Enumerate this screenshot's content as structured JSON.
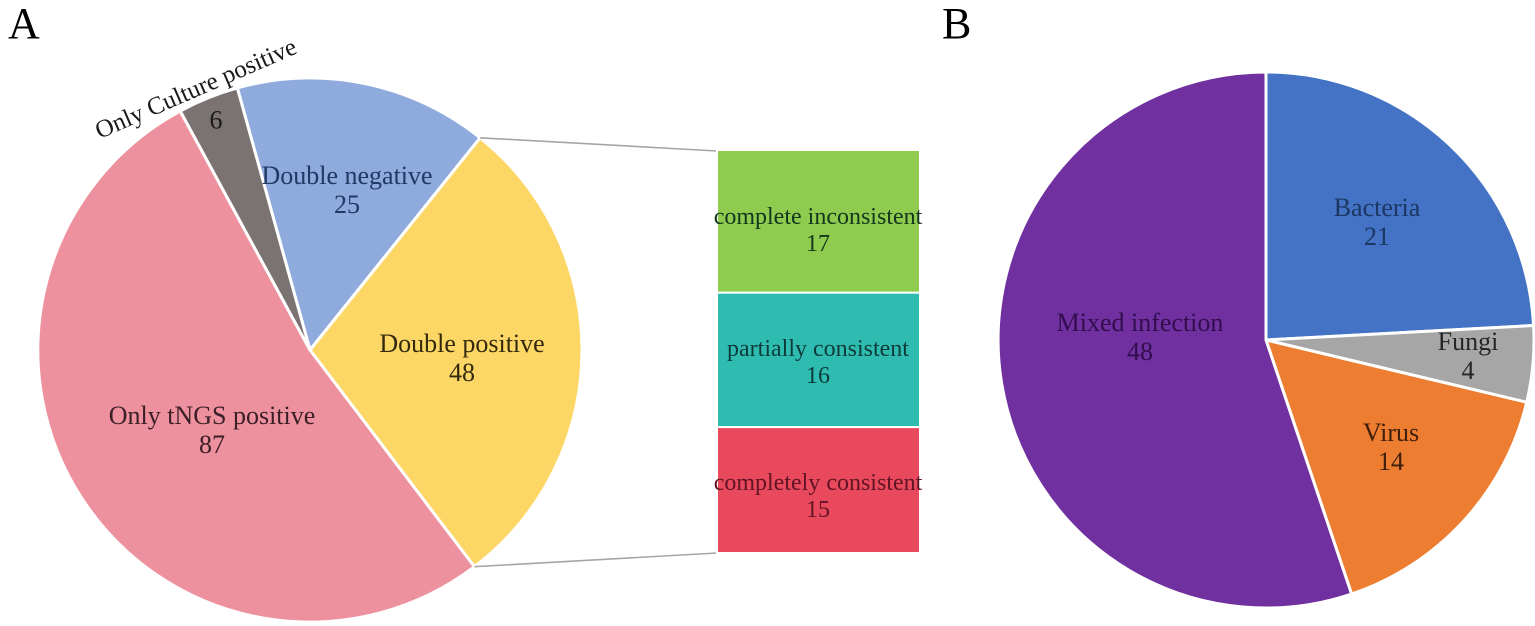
{
  "figure": {
    "panel_a_letter": "A",
    "panel_b_letter": "B",
    "connector_color": "#a6a6a6",
    "slice_border_color": "#ffffff"
  },
  "chart_data": [
    {
      "id": "panel-A-pie",
      "type": "pie",
      "title": "",
      "total": 166,
      "start_angle_deg": -15.5,
      "direction": "clockwise",
      "slices": [
        {
          "label": "Double negative",
          "value": 25,
          "color": "#8faadc",
          "label_color": "#1f3864"
        },
        {
          "label": "Double positive",
          "value": 48,
          "color": "#fdd765",
          "label_color": "#33290e"
        },
        {
          "label": "Only tNGS positive",
          "value": 87,
          "color": "#ee919e",
          "label_color": "#3a1f26"
        },
        {
          "label": "Only Culture positive",
          "value": 6,
          "color": "#7a7372",
          "label_color": "#1a1a1a"
        }
      ]
    },
    {
      "id": "panel-A-consistency-bar",
      "type": "stacked-bar",
      "callout_of": "Double positive",
      "total": 48,
      "segments": [
        {
          "label": "complete inconsistent",
          "value": 17,
          "color": "#8ecb4e",
          "label_color": "#14361c"
        },
        {
          "label": "partially consistent",
          "value": 16,
          "color": "#2ebcb0",
          "label_color": "#0e3b3a"
        },
        {
          "label": "completely consistent",
          "value": 15,
          "color": "#e8495c",
          "label_color": "#611423"
        }
      ]
    },
    {
      "id": "panel-B-pie",
      "type": "pie",
      "title": "",
      "total": 87,
      "start_angle_deg": 0,
      "direction": "clockwise",
      "slices": [
        {
          "label": "Bacteria",
          "value": 21,
          "color": "#4472c4",
          "label_color": "#1b3764"
        },
        {
          "label": "Fungi",
          "value": 4,
          "color": "#a6a6a6",
          "label_color": "#262626"
        },
        {
          "label": "Virus",
          "value": 14,
          "color": "#ed7d31",
          "label_color": "#40200a"
        },
        {
          "label": "Mixed infection",
          "value": 48,
          "color": "#7030a0",
          "label_color": "#320d4e"
        }
      ]
    }
  ]
}
